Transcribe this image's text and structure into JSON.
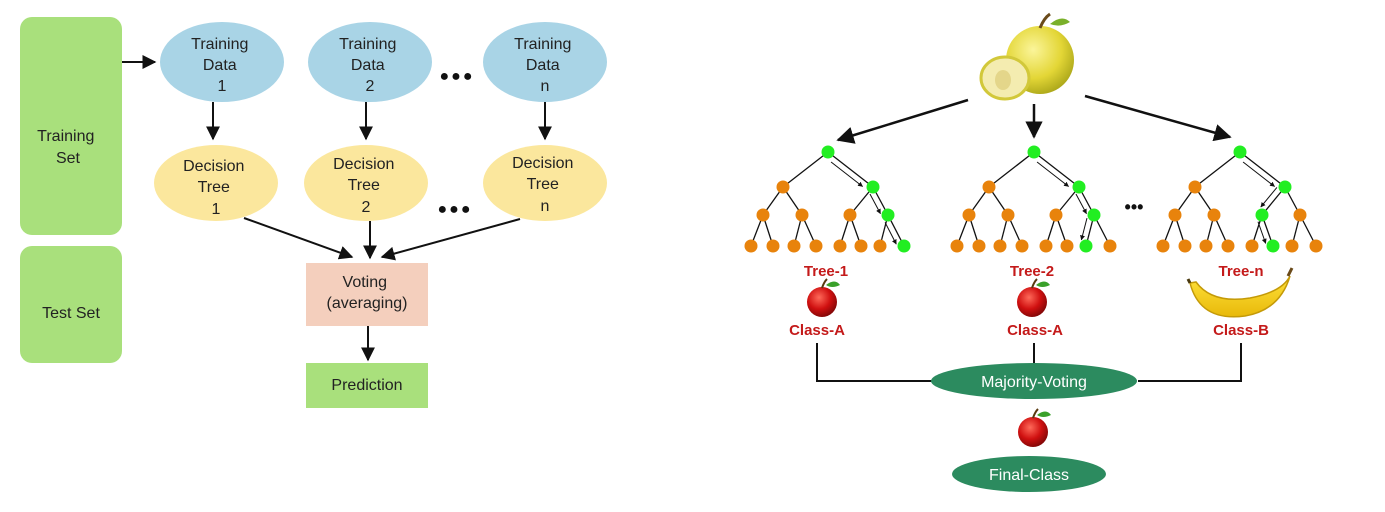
{
  "left": {
    "training_set": [
      "Training",
      "Set"
    ],
    "test_set": "Test Set",
    "training_data": [
      [
        "Training",
        "Data",
        "1"
      ],
      [
        "Training",
        "Data",
        "2"
      ],
      [
        "Training",
        "Data",
        "n"
      ]
    ],
    "decision_trees": [
      [
        "Decision",
        "Tree",
        "1"
      ],
      [
        "Decision",
        "Tree",
        "2"
      ],
      [
        "Decision",
        "Tree",
        "n"
      ]
    ],
    "voting": [
      "Voting",
      "(averaging)"
    ],
    "prediction": "Prediction",
    "ellipsis": "●●●"
  },
  "right": {
    "trees": [
      {
        "label": "Tree-1",
        "class": "Class-A",
        "fruit": "apple-icon"
      },
      {
        "label": "Tree-2",
        "class": "Class-A",
        "fruit": "apple-icon"
      },
      {
        "label": "Tree-n",
        "class": "Class-B",
        "fruit": "banana-icon"
      }
    ],
    "ellipsis": "•••",
    "majority_voting": "Majority-Voting",
    "final_class": "Final-Class",
    "input_icon": "yellow-apple-icon",
    "final_icon": "apple-icon"
  },
  "colors": {
    "training_set_green": "#a9e07c",
    "training_data_blue": "#a9d4e6",
    "decision_tree_yellow": "#fbe79d",
    "voting_peach": "#f4cfbd",
    "prediction_green": "#a9e07c",
    "tree_label_red": "#c41a1a",
    "internal_node_orange": "#e8830c",
    "path_node_green": "#22ee22",
    "voting_ellipse_green": "#2c8b5f"
  }
}
